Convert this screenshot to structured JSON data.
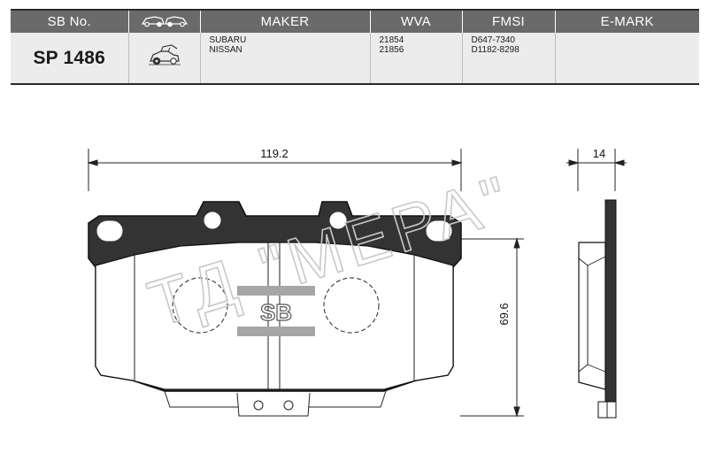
{
  "table": {
    "headers": {
      "sb_no": "SB No.",
      "maker": "MAKER",
      "wva": "WVA",
      "fmsi": "FMSI",
      "emark": "E-MARK"
    },
    "row": {
      "sb_no": "SP 1486",
      "makers": [
        "SUBARU",
        "NISSAN"
      ],
      "wva": [
        "21854",
        "21856"
      ],
      "fmsi": [
        "D647-7340",
        "D1182-8298"
      ],
      "emark": ""
    }
  },
  "drawing": {
    "width_dim": "119.2",
    "height_dim": "69.6",
    "thickness_dim": "14",
    "logo": "SB",
    "watermark": "ТД \"МЕРА\""
  },
  "icons": {
    "header_icon": "car-axle-icon",
    "row_icon": "car-front-wheel-icon"
  }
}
